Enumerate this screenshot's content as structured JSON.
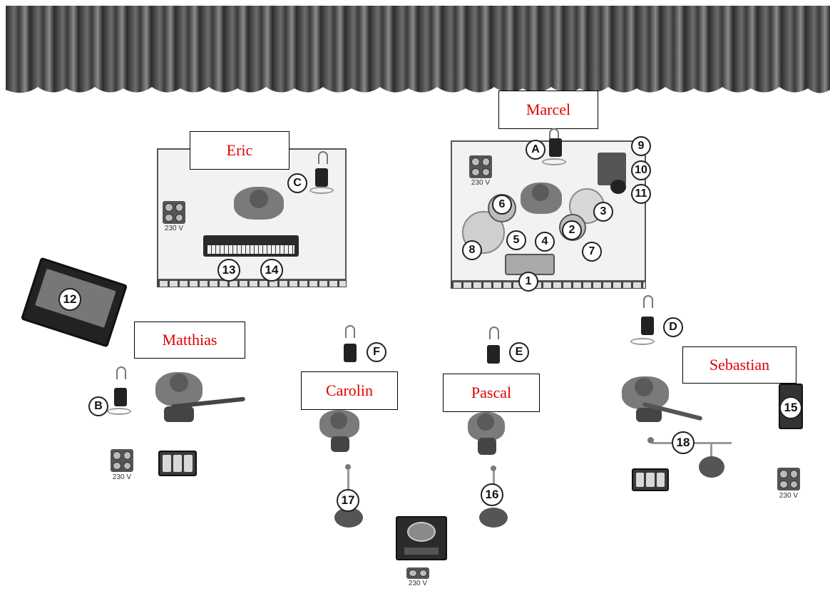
{
  "names": {
    "marcel": "Marcel",
    "eric": "Eric",
    "matthias": "Matthias",
    "carolin": "Carolin",
    "pascal": "Pascal",
    "sebastian": "Sebastian"
  },
  "callouts": {
    "n1": "1",
    "n2": "2",
    "n3": "3",
    "n4": "4",
    "n5": "5",
    "n6": "6",
    "n7": "7",
    "n8": "8",
    "n9": "9",
    "n10": "10",
    "n11": "11",
    "n12": "12",
    "n13": "13",
    "n14": "14",
    "n15": "15",
    "n16": "16",
    "n17": "17",
    "n18": "18",
    "a": "A",
    "b": "B",
    "c": "C",
    "d": "D",
    "e": "E",
    "f": "F"
  },
  "power_label": "230 V",
  "colors": {
    "name_text": "#e00000",
    "equipment": "#3a3a3a"
  }
}
